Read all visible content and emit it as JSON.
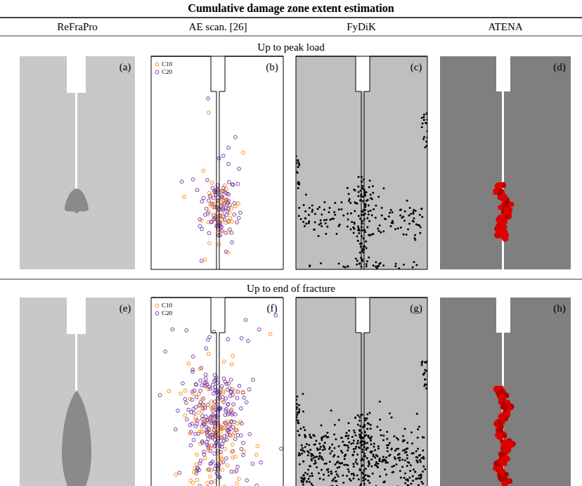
{
  "diagram": {
    "title": "Cumulative damage zone extent estimation",
    "labels": [
      "ReFraPro",
      "AE scan. [26]",
      "FyDiK",
      "ATENA",
      "Up to peak load",
      "(a)",
      "(b)",
      "(c)",
      "(d)",
      "Up to end of fracture",
      "(e)",
      "(f)",
      "(g)",
      "(h)"
    ],
    "legend": [
      {
        "text": "C10",
        "color": "#ff8c1a"
      },
      {
        "text": "C20",
        "color": "#7a3fa8"
      },
      {
        "text": "C10",
        "color": "#ff8c1a"
      },
      {
        "text": "C20",
        "color": "#7a3fa8"
      }
    ]
  }
}
